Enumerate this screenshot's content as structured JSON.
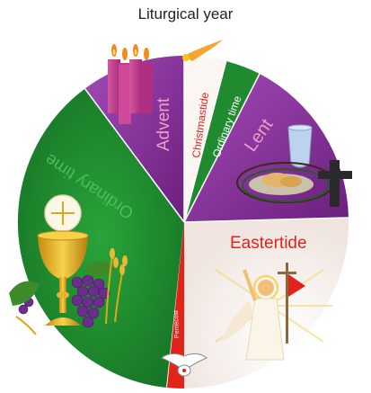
{
  "title": "Liturgical year",
  "segments": {
    "advent": "Advent",
    "christmastide": "Christmastide",
    "ordinary_time_short": "Ordinary time",
    "lent": "Lent",
    "eastertide": "Eastertide",
    "pentecost": "Pentecost",
    "ordinary_time_long": "Ordinary time"
  },
  "colors": {
    "green": "#1f8a2e",
    "purple": "#7a2a8f",
    "white": "#f7f2ef",
    "red": "#e2231a",
    "label_pink": "#f29bc7"
  }
}
